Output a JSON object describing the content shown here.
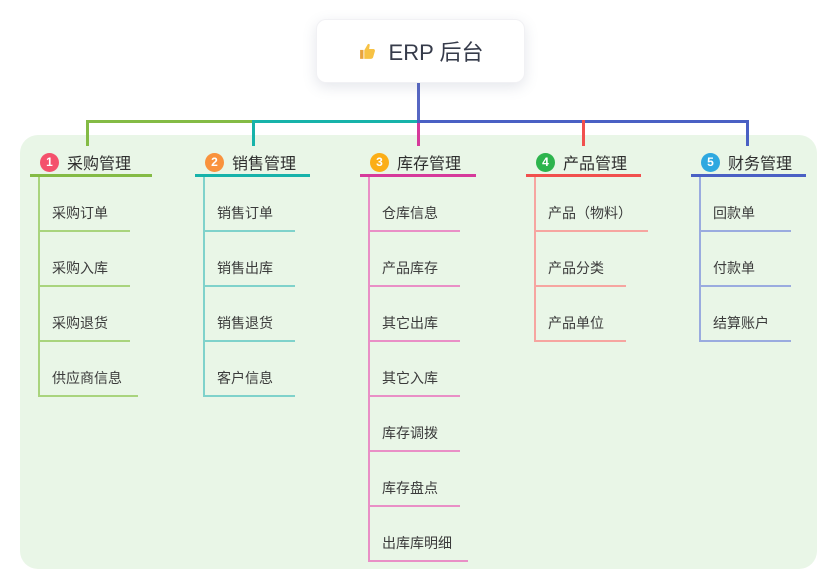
{
  "root": {
    "icon": "thumbs-up",
    "title": "ERP 后台"
  },
  "connectors": {
    "root_line_color": "#5767c3",
    "trunk_colors": [
      "#84bb45",
      "#17b3aa",
      "#4a60c4"
    ]
  },
  "canvas": {
    "background": "#ffffff",
    "panel_background": "#e9f6e7"
  },
  "branches": [
    {
      "num": "1",
      "label": "采购管理",
      "badge_color": "#f4516c",
      "line_color": "#84bb45",
      "line_light": "#a9d47d",
      "children": [
        "采购订单",
        "采购入库",
        "采购退货",
        "供应商信息"
      ]
    },
    {
      "num": "2",
      "label": "销售管理",
      "badge_color": "#f9923d",
      "line_color": "#17b3aa",
      "line_light": "#7fd2cb",
      "children": [
        "销售订单",
        "销售出库",
        "销售退货",
        "客户信息"
      ]
    },
    {
      "num": "3",
      "label": "库存管理",
      "badge_color": "#fbae17",
      "line_color": "#d63a9b",
      "line_light": "#e98fc6",
      "children": [
        "仓库信息",
        "产品库存",
        "其它出库",
        "其它入库",
        "库存调拨",
        "库存盘点",
        "出库库明细"
      ]
    },
    {
      "num": "4",
      "label": "产品管理",
      "badge_color": "#2db44d",
      "line_color": "#f1504e",
      "line_light": "#f6a5a0",
      "children": [
        "产品（物料）",
        "产品分类",
        "产品单位"
      ]
    },
    {
      "num": "5",
      "label": "财务管理",
      "badge_color": "#2ea8e0",
      "line_color": "#4a60c4",
      "line_light": "#9aabdf",
      "children": [
        "回款单",
        "付款单",
        "结算账户"
      ]
    }
  ]
}
